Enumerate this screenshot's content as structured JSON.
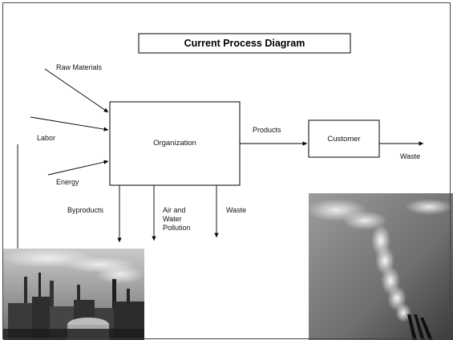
{
  "diagram": {
    "title": "Current Process Diagram",
    "nodes": {
      "organization": "Organization",
      "customer": "Customer"
    },
    "inputs": {
      "raw_materials": "Raw Materials",
      "labor": "Labor",
      "energy": "Energy"
    },
    "outputs": {
      "products": "Products",
      "customer_waste": "Waste",
      "byproducts": "Byproducts",
      "pollution_line1": "Air and",
      "pollution_line2": "Water",
      "pollution_line3": "Pollution",
      "waste": "Waste"
    }
  },
  "photos": {
    "left": "industrial-refinery-photo",
    "right": "smokestack-emissions-photo"
  }
}
